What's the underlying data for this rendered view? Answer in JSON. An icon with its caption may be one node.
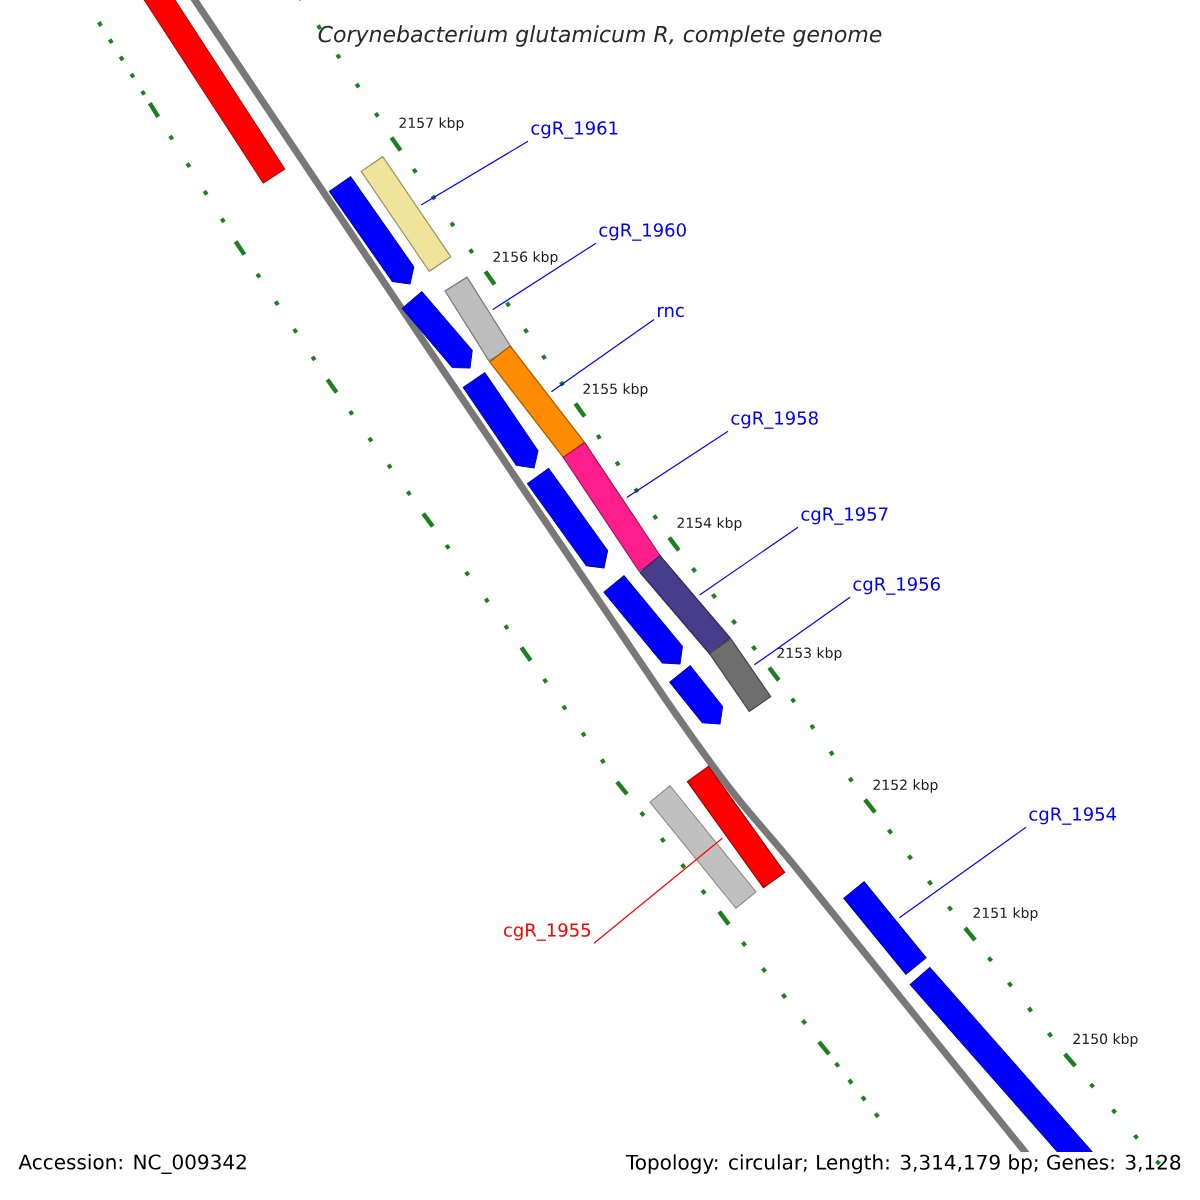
{
  "diagram": {
    "title": "Corynebacterium glutamicum R, complete genome",
    "nodes": [
      {
        "text": [
          "cgR_1961"
        ]
      },
      {
        "text": [
          "cgR_1960"
        ]
      },
      {
        "text": [
          "rnc"
        ]
      },
      {
        "text": [
          "cgR_1958"
        ]
      },
      {
        "text": [
          "cgR_1957"
        ]
      },
      {
        "text": [
          "cgR_1956"
        ]
      },
      {
        "text": [
          "cgR_1954"
        ]
      },
      {
        "text": [
          "cgR_1955"
        ]
      },
      {
        "text": [],
        "shape": "bar"
      },
      {
        "text": [],
        "shape": "bar"
      },
      {
        "text": [],
        "shape": "bar"
      },
      {
        "text": [],
        "shape": "bar"
      },
      {
        "text": [],
        "shape": "bar"
      },
      {
        "text": [],
        "shape": "bar"
      },
      {
        "text": [],
        "shape": "bar"
      },
      {
        "text": [],
        "shape": "bar"
      }
    ],
    "edges": [
      {
        "from": 0,
        "to": 8,
        "arrow": "none"
      },
      {
        "from": 1,
        "to": 9,
        "arrow": "none"
      },
      {
        "from": 2,
        "to": 10,
        "arrow": "none"
      },
      {
        "from": 3,
        "to": 11,
        "arrow": "none"
      },
      {
        "from": 4,
        "to": 12,
        "arrow": "none"
      },
      {
        "from": 5,
        "to": 13,
        "arrow": "none"
      },
      {
        "from": 6,
        "to": 14,
        "arrow": "none"
      },
      {
        "from": 7,
        "to": 15,
        "arrow": "none",
        "color": "#ff0000"
      }
    ],
    "labels": [
      "2157 kbp",
      "2156 kbp",
      "2155 kbp",
      "2154 kbp",
      "2153 kbp",
      "2152 kbp",
      "2151 kbp",
      "2150 kbp",
      "Accession: NC_009342",
      "Topology: circular; Length: 3,314,179 bp; Genes: 3,128"
    ]
  }
}
